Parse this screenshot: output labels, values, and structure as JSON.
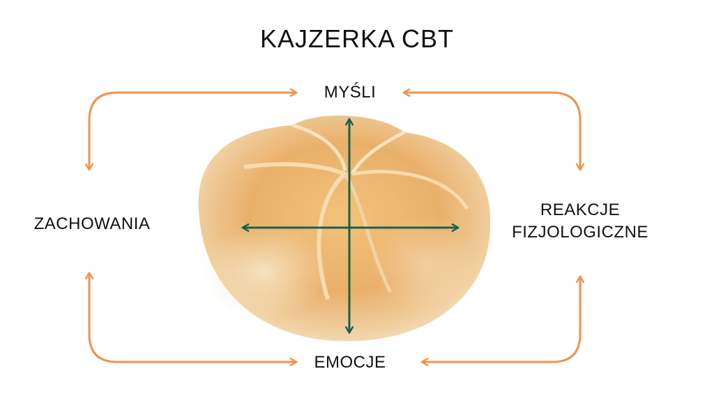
{
  "title": "KAJZERKA CBT",
  "nodes": {
    "top": "MYŚLI",
    "left": "ZACHOWANIA",
    "right_line1": "REAKCJE",
    "right_line2": "FIZJOLOGICZNE",
    "bottom": "EMOCJE"
  },
  "colors": {
    "cycle_arrows": "#F39149",
    "cross_arrows": "#14614F"
  }
}
